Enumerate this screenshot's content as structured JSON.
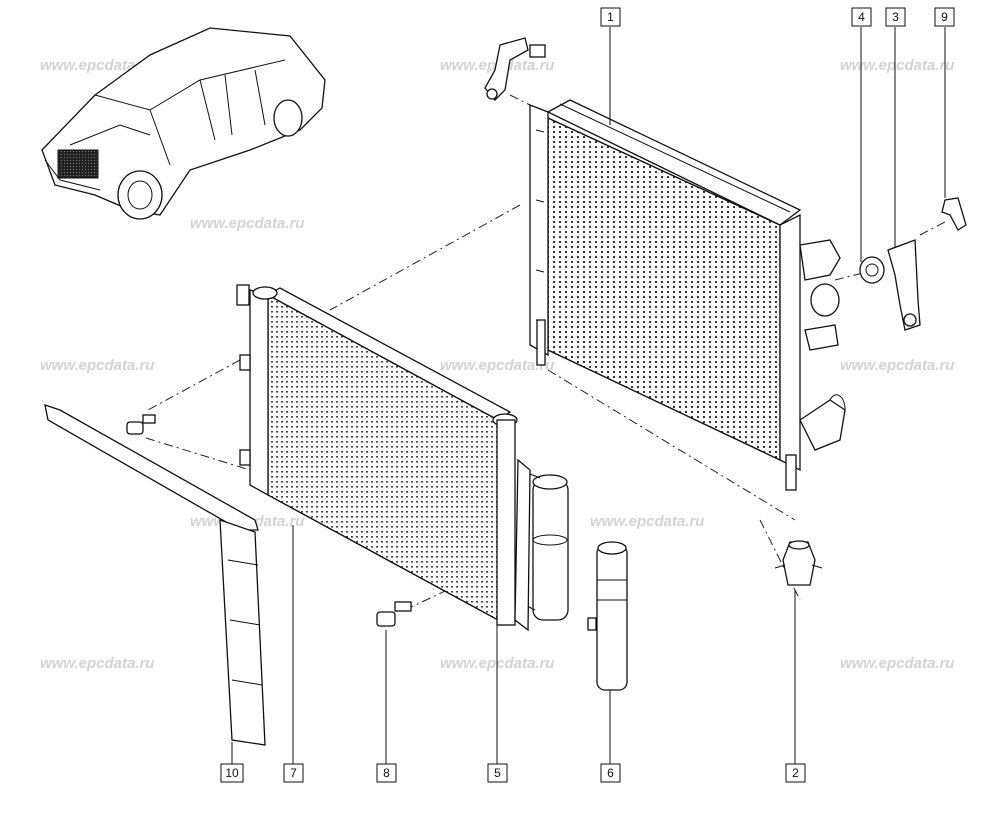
{
  "watermark": "www.epcdata.ru",
  "callouts": {
    "c1": "1",
    "c2": "2",
    "c3": "3",
    "c4": "4",
    "c5": "5",
    "c6": "6",
    "c7": "7",
    "c8": "8",
    "c9": "9",
    "c10": "10"
  }
}
